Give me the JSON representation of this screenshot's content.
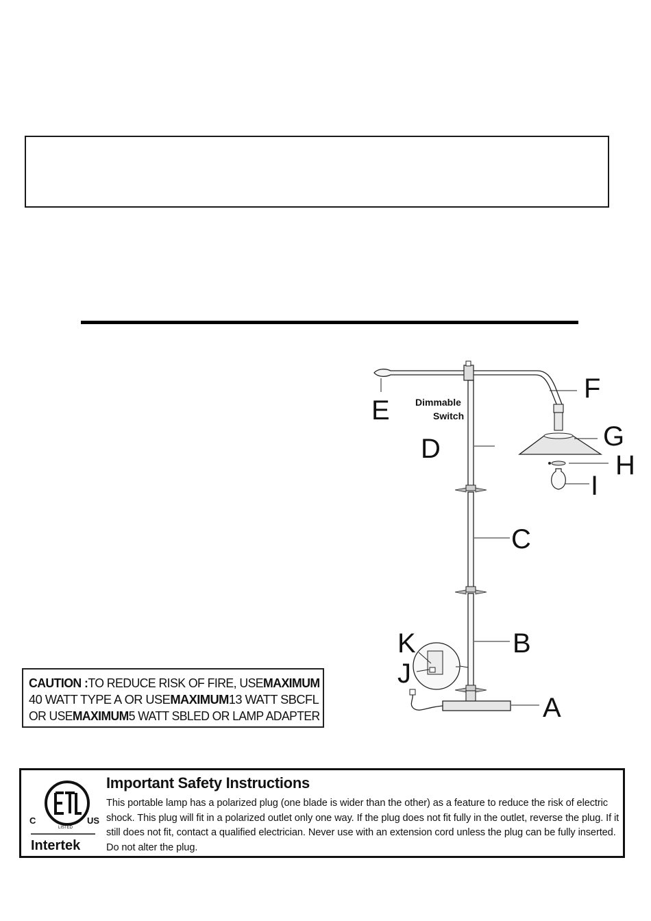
{
  "warning_box": {},
  "diagram": {
    "part_labels": [
      "A",
      "B",
      "C",
      "D",
      "E",
      "F",
      "G",
      "H",
      "I",
      "J",
      "K"
    ],
    "switch_label_line1": "Dimmable",
    "switch_label_line2": "Switch"
  },
  "caution": {
    "line1_a": "CAUTION : ",
    "line1_b": "TO REDUCE RISK OF FIRE, USE ",
    "line1_c": "MAXIMUM",
    "line2_a": "40 WATT TYPE A",
    "line2_b": "OR USE ",
    "line2_c": "MAXIMUM",
    "line2_d": " 13 WATT SBCFL",
    "line3_a": "OR USE ",
    "line3_b": "MAXIMUM",
    "line3_c": " 5 WATT SBLED OR LAMP ADAPTER"
  },
  "safety": {
    "title": "Important Safety Instructions",
    "body": "This portable lamp has a polarized plug (one blade is wider than the other) as a feature to reduce the risk of electric shock. This plug will fit in a polarized outlet only one way. If the plug does not fit fully in the outlet, reverse the plug. If it still does not fit, contact a qualified electrician. Never use with an extension cord unless the plug can be fully inserted. Do not alter the plug.",
    "cert_left": "C",
    "cert_right": "US",
    "cert_listed": "LISTED",
    "cert_brand": "Intertek"
  },
  "colors": {
    "ink": "#111111",
    "paper": "#ffffff",
    "shade_gray": "#e6e6e6"
  }
}
